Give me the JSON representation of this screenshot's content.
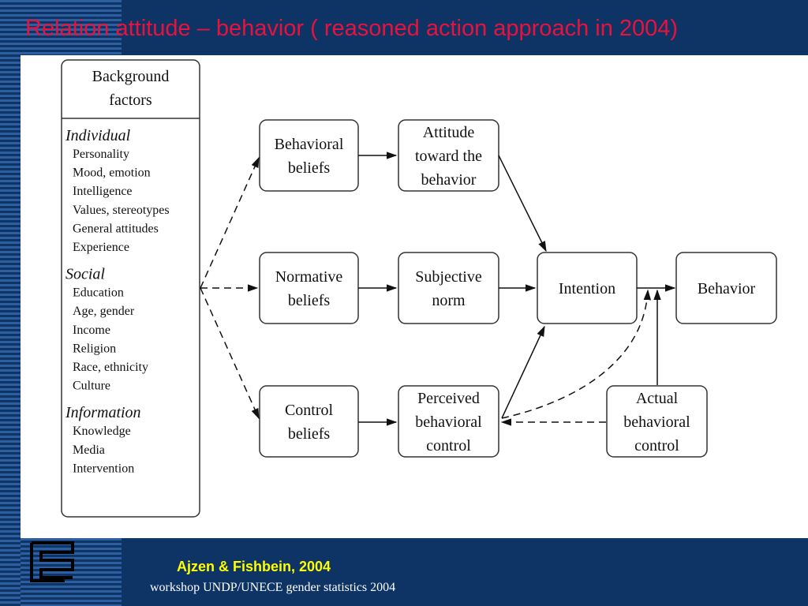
{
  "slide": {
    "title": "Relation attitude – behavior ( reasoned action approach in 2004)",
    "footer_citation": "Ajzen & Fishbein, 2004",
    "footer_event": "workshop UNDP/UNECE gender statistics 2004",
    "logo_icon": "maze-logo-icon",
    "colors": {
      "background": "#0e3466",
      "title": "#e8123c",
      "citation": "#ffff00"
    }
  },
  "diagram": {
    "background_factors": {
      "header": [
        "Background",
        "factors"
      ],
      "groups": [
        {
          "name": "Individual",
          "items": [
            "Personality",
            "Mood, emotion",
            "Intelligence",
            "Values, stereotypes",
            "General attitudes",
            "Experience"
          ]
        },
        {
          "name": "Social",
          "items": [
            "Education",
            "Age, gender",
            "Income",
            "Religion",
            "Race, ethnicity",
            "Culture"
          ]
        },
        {
          "name": "Information",
          "items": [
            "Knowledge",
            "Media",
            "Intervention"
          ]
        }
      ]
    },
    "nodes": {
      "behavioral_beliefs": [
        "Behavioral",
        "beliefs"
      ],
      "normative_beliefs": [
        "Normative",
        "beliefs"
      ],
      "control_beliefs": [
        "Control",
        "beliefs"
      ],
      "attitude": [
        "Attitude",
        "toward the",
        "behavior"
      ],
      "subjective_norm": [
        "Subjective",
        "norm"
      ],
      "perceived_control": [
        "Perceived",
        "behavioral",
        "control"
      ],
      "intention": [
        "Intention"
      ],
      "behavior": [
        "Behavior"
      ],
      "actual_control": [
        "Actual",
        "behavioral",
        "control"
      ]
    }
  }
}
